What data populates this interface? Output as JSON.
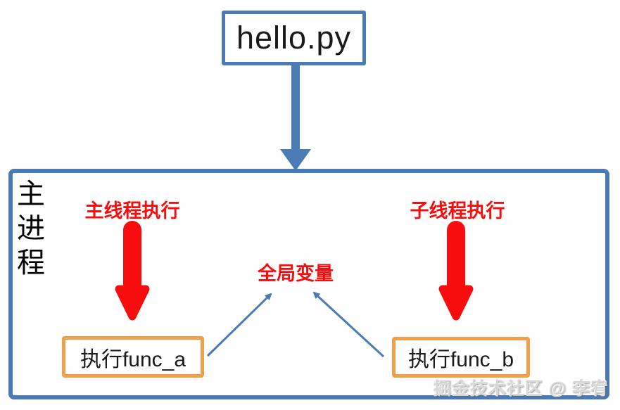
{
  "diagram": {
    "top_node": {
      "label": "hello.py"
    },
    "main_box": {
      "label": "主进程"
    },
    "left_thread": {
      "label": "主线程执行"
    },
    "right_thread": {
      "label": "子线程执行"
    },
    "global_var": {
      "label": "全局变量"
    },
    "func_a": {
      "label": "执行func_a"
    },
    "func_b": {
      "label": "执行func_b"
    },
    "watermark": "掘金技术社区 @ 李宥",
    "colors": {
      "blue": "#4A7BB5",
      "red": "#F70D0D",
      "orange": "#F0A04A",
      "text": "#1a1a1a",
      "watermark_gray": "#d9d9d9"
    }
  }
}
